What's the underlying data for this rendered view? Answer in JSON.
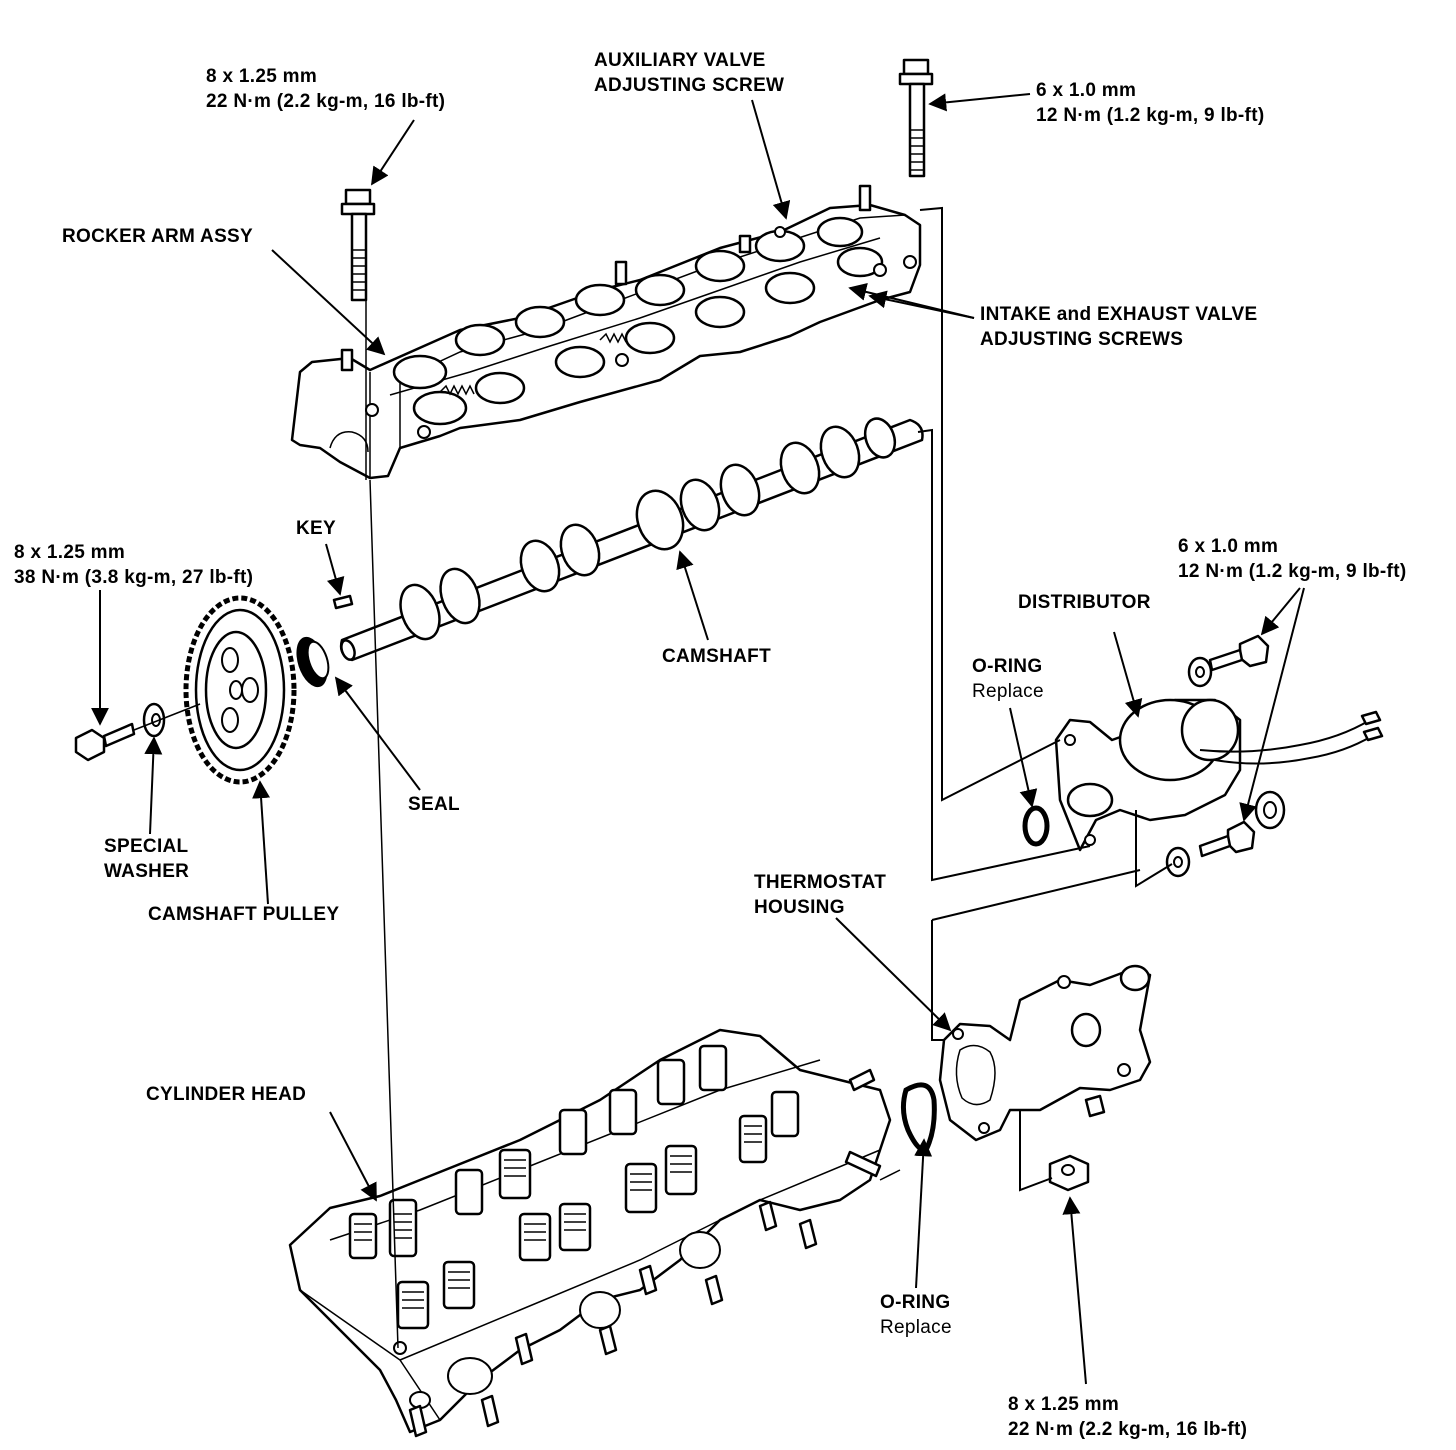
{
  "labels": {
    "rocker_bolt_spec": [
      "8 x 1.25 mm",
      "22 N·m (2.2 kg-m, 16 lb-ft)"
    ],
    "aux_valve_screw": [
      "AUXILIARY VALVE",
      "ADJUSTING SCREW"
    ],
    "top_bolt_spec": [
      "6 x 1.0 mm",
      "12 N·m (1.2 kg-m, 9 lb-ft)"
    ],
    "rocker_arm_assy": "ROCKER ARM ASSY",
    "intake_exhaust_screws": [
      "INTAKE and EXHAUST VALVE",
      "ADJUSTING SCREWS"
    ],
    "key": "KEY",
    "pulley_bolt_spec": [
      "8 x 1.25 mm",
      "38 N·m (3.8 kg-m, 27 lb-ft)"
    ],
    "distributor_bolt_spec": [
      "6 x 1.0 mm",
      "12 N·m (1.2 kg-m, 9 lb-ft)"
    ],
    "distributor": "DISTRIBUTOR",
    "o_ring_upper": [
      "O-RING",
      "Replace"
    ],
    "camshaft": "CAMSHAFT",
    "seal": "SEAL",
    "special_washer": [
      "SPECIAL",
      "WASHER"
    ],
    "camshaft_pulley": "CAMSHAFT PULLEY",
    "thermostat_housing": [
      "THERMOSTAT",
      "HOUSING"
    ],
    "cylinder_head": "CYLINDER HEAD",
    "o_ring_lower": [
      "O-RING",
      "Replace"
    ],
    "housing_bolt_spec": [
      "8 x 1.25 mm",
      "22 N·m (2.2 kg-m, 16 lb-ft)"
    ]
  }
}
